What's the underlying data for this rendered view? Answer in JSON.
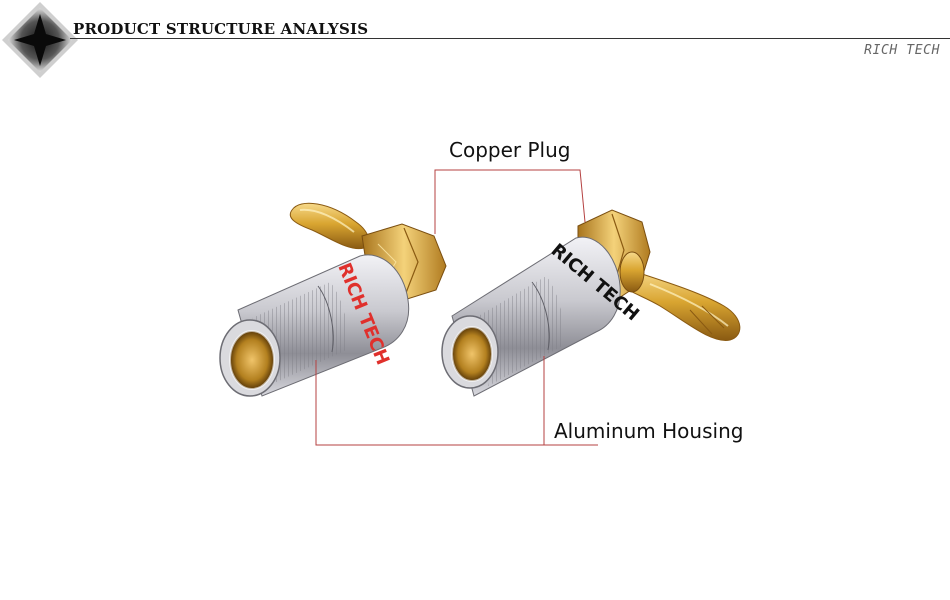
{
  "header": {
    "title": "PRODUCT STRUCTURE ANALYSIS",
    "brand": "RICH TECH",
    "logo_icon": "diamond-star-icon"
  },
  "product": {
    "image_icon": "banana-plug-connectors",
    "engraving": "RICH TECH",
    "colors": {
      "gold": "#d9a531",
      "silver": "#c9c9cf",
      "callout_line": "#b44040",
      "engraving_red": "#e0302c",
      "engraving_black": "#111111"
    }
  },
  "callouts": {
    "copper_plug": "Copper Plug",
    "aluminum_housing": "Aluminum Housing"
  }
}
